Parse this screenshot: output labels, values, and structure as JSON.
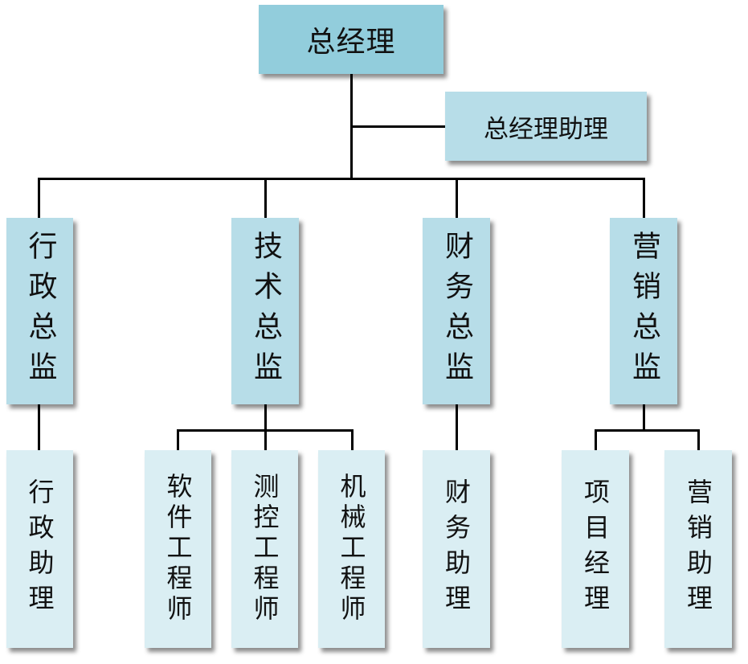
{
  "chart": {
    "title": "总经理",
    "assistant": "总经理助理",
    "directors": [
      {
        "label": "行政总监",
        "children": [
          "行政助理"
        ]
      },
      {
        "label": "技术总监",
        "children": [
          "软件工程师",
          "测控工程师",
          "机械工程师"
        ]
      },
      {
        "label": "财务总监",
        "children": [
          "财务助理"
        ]
      },
      {
        "label": "营销总监",
        "children": [
          "项目经理",
          "营销助理"
        ]
      }
    ]
  },
  "colors": {
    "top": "#92CDDC",
    "level1": "#B7DDE8",
    "level2": "#DAEEF3",
    "line": "#000000"
  }
}
